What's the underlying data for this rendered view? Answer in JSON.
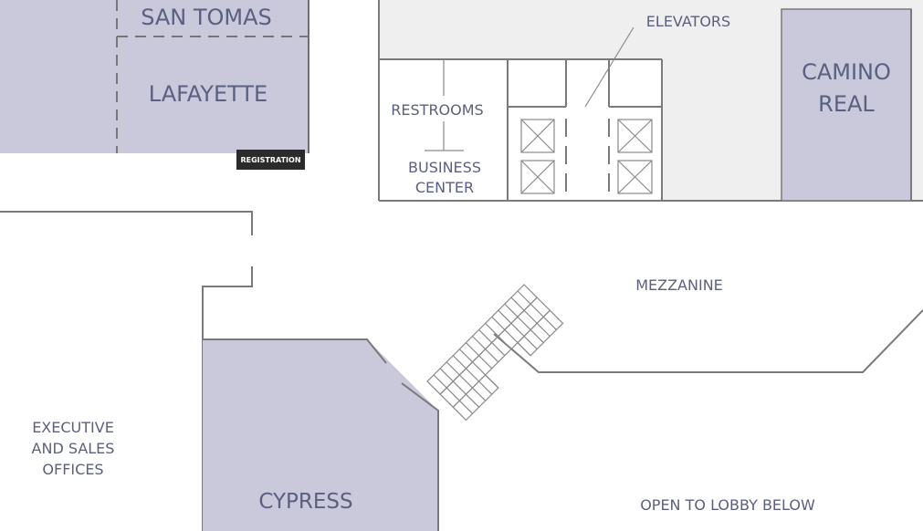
{
  "colors": {
    "room": "#c9c9db",
    "corridor": "#efefef",
    "text": "#5b6080",
    "wall": "#7a7a7a"
  },
  "rooms": {
    "san_tomas": "SAN TOMAS",
    "lafayette": "LAFAYETTE",
    "camino_real": [
      "CAMINO",
      "REAL"
    ],
    "cypress": "CYPRESS"
  },
  "badge": {
    "registration": "REGISTRATION"
  },
  "areas": {
    "restrooms": "RESTROOMS",
    "business_center": [
      "BUSINESS",
      "CENTER"
    ],
    "elevators": "ELEVATORS",
    "mezzanine": "MEZZANINE",
    "executive": [
      "EXECUTIVE",
      "AND SALES",
      "OFFICES"
    ],
    "open_lobby": "OPEN TO LOBBY BELOW"
  }
}
